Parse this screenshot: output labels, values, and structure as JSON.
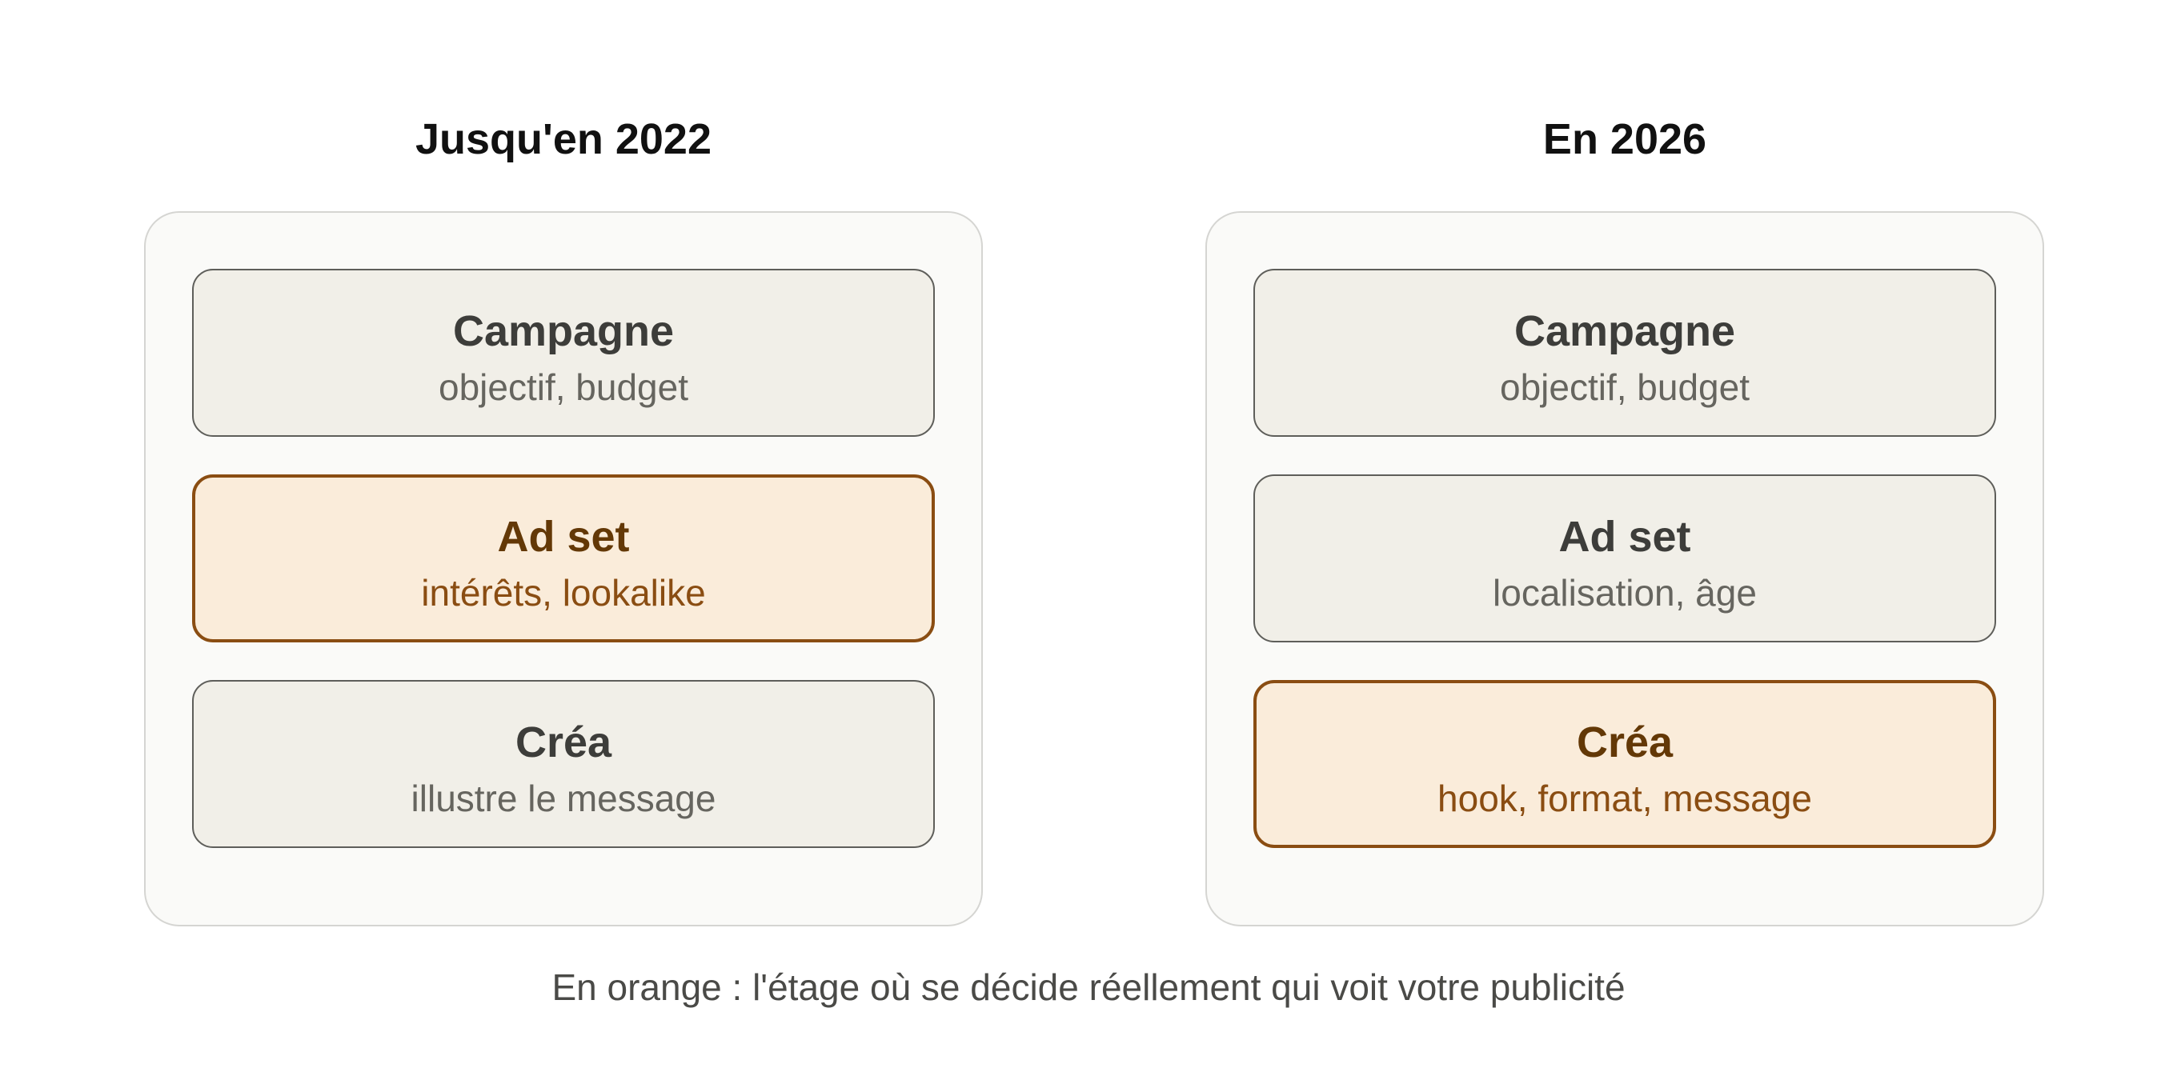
{
  "columns": [
    {
      "title": "Jusqu'en 2022",
      "layers": [
        {
          "title": "Campagne",
          "subtitle": "objectif, budget",
          "highlighted": false
        },
        {
          "title": "Ad set",
          "subtitle": "intérêts, lookalike",
          "highlighted": true
        },
        {
          "title": "Créa",
          "subtitle": "illustre le message",
          "highlighted": false
        }
      ]
    },
    {
      "title": "En 2026",
      "layers": [
        {
          "title": "Campagne",
          "subtitle": "objectif, budget",
          "highlighted": false
        },
        {
          "title": "Ad set",
          "subtitle": "localisation, âge",
          "highlighted": false
        },
        {
          "title": "Créa",
          "subtitle": "hook, format, message",
          "highlighted": true
        }
      ]
    }
  ],
  "caption": "En orange : l'étage où se décide réellement qui voit votre publicité",
  "colors": {
    "highlight_fill": "#faecda",
    "highlight_border": "#8a4d12",
    "highlight_title": "#633806",
    "neutral_fill": "#f1efe8",
    "neutral_border": "#5e5e5a",
    "panel_fill": "#fafaf8"
  }
}
